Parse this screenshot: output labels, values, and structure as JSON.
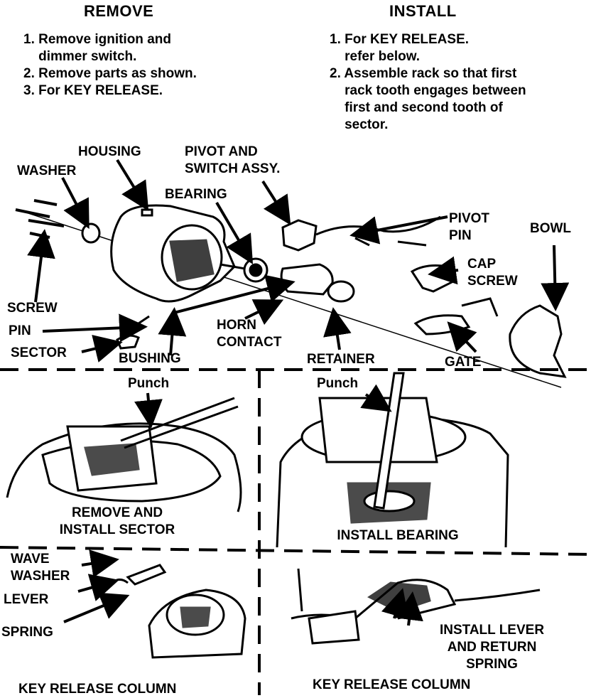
{
  "headings": {
    "remove": "REMOVE",
    "install": "INSTALL"
  },
  "remove_steps": [
    "1. Remove ignition and",
    "    dimmer switch.",
    "2. Remove parts as shown.",
    "3. For KEY RELEASE."
  ],
  "install_steps": [
    "1. For KEY RELEASE.",
    "    refer below.",
    "2. Assemble rack so that first",
    "    rack tooth engages between",
    "    first and second tooth of",
    "    sector."
  ],
  "parts": {
    "housing": "HOUSING",
    "washer": "WASHER",
    "pivot_switch_1": "PIVOT AND",
    "pivot_switch_2": "SWITCH ASSY.",
    "bearing": "BEARING",
    "pivot_pin_1": "PIVOT",
    "pivot_pin_2": "PIN",
    "bowl": "BOWL",
    "cap_screw_1": "CAP",
    "cap_screw_2": "SCREW",
    "screw": "SCREW",
    "pin": "PIN",
    "sector": "SECTOR",
    "bushing": "BUSHING",
    "horn_contact_1": "HORN",
    "horn_contact_2": "CONTACT",
    "retainer": "RETAINER",
    "gate": "GATE"
  },
  "panels": {
    "punch_left": "Punch",
    "punch_right": "Punch",
    "sector_caption_1": "REMOVE AND",
    "sector_caption_2": "INSTALL SECTOR",
    "bearing_caption": "INSTALL BEARING",
    "wave_washer_1": "WAVE",
    "wave_washer_2": "WASHER",
    "lever": "LEVER",
    "spring": "SPRING",
    "install_lever_1": "INSTALL LEVER",
    "install_lever_2": "AND RETURN",
    "install_lever_3": "SPRING",
    "key_release_left": "KEY RELEASE COLUMN",
    "key_release_right": "KEY RELEASE COLUMN"
  }
}
